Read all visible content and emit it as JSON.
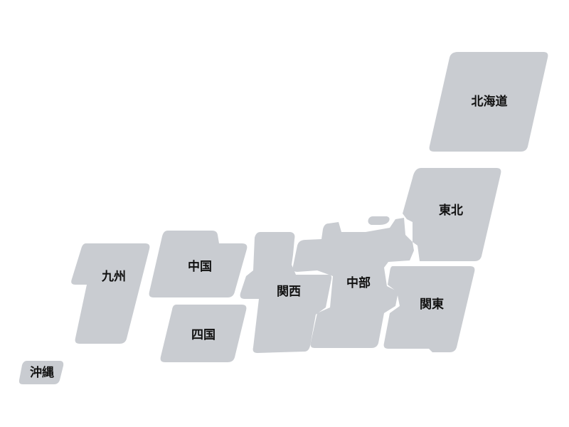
{
  "map": {
    "regions": [
      {
        "id": "hokkaido",
        "name": "北海道"
      },
      {
        "id": "tohoku",
        "name": "東北"
      },
      {
        "id": "kanto",
        "name": "関東"
      },
      {
        "id": "chubu",
        "name": "中部"
      },
      {
        "id": "kansai",
        "name": "関西"
      },
      {
        "id": "chugoku",
        "name": "中国"
      },
      {
        "id": "shikoku",
        "name": "四国"
      },
      {
        "id": "kyushu",
        "name": "九州"
      },
      {
        "id": "okinawa",
        "name": "沖縄"
      }
    ],
    "colors": {
      "region_fill": "#c9ccd1",
      "label": "#111111",
      "background": "#ffffff"
    }
  }
}
